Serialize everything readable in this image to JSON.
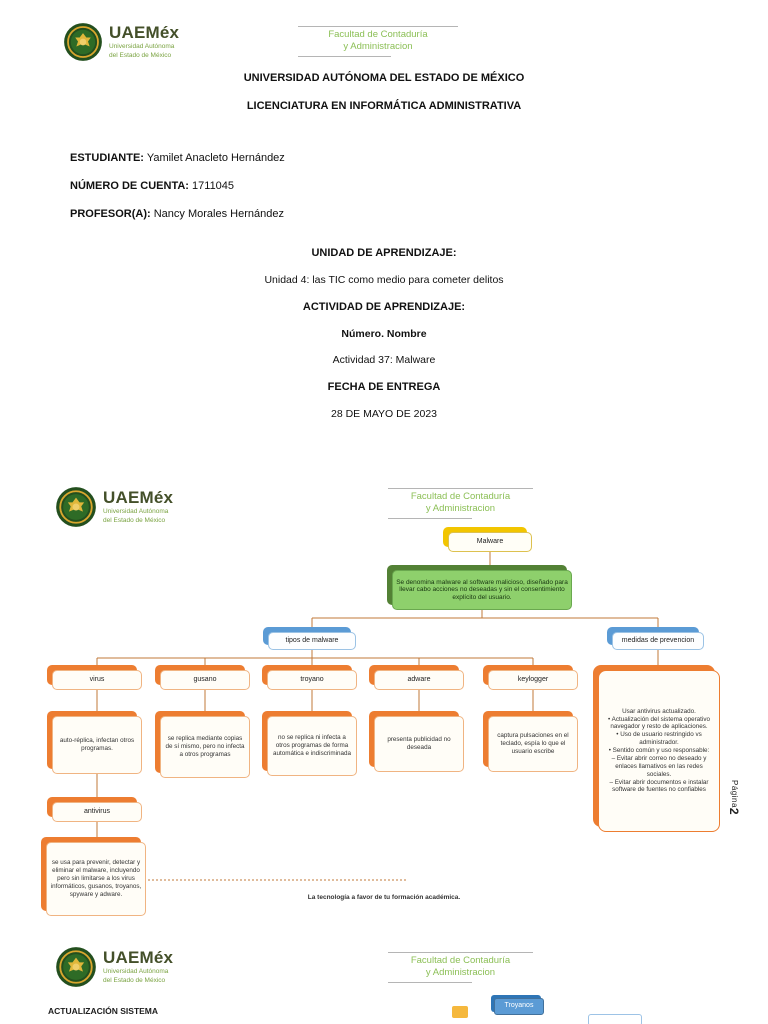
{
  "logo": {
    "name": "UAEMéx",
    "sub1": "Universidad Autónoma",
    "sub2": "del Estado de México"
  },
  "faculty": {
    "line1": "Facultad de Contaduría",
    "line2": "y Administracion"
  },
  "page1": {
    "title1": "UNIVERSIDAD AUTÓNOMA DEL ESTADO DE MÉXICO",
    "title2": "LICENCIATURA EN INFORMÁTICA ADMINISTRATIVA",
    "student_label": "ESTUDIANTE:",
    "student_value": "Yamilet Anacleto Hernández",
    "account_label": "NÚMERO DE CUENTA:",
    "account_value": "1711045",
    "professor_label": "PROFESOR(A):",
    "professor_value": "Nancy Morales Hernández",
    "unit_heading": "UNIDAD DE APRENDIZAJE:",
    "unit_value": "Unidad 4: las TIC como medio para cometer delitos",
    "activity_heading": "ACTIVIDAD DE APRENDIZAJE:",
    "activity_sub": "Número. Nombre",
    "activity_value": "Actividad 37: Malware",
    "date_heading": "FECHA DE ENTREGA",
    "date_value": "28 DE MAYO DE 2023"
  },
  "map": {
    "root": "Malware",
    "definition": "Se denomina malware al software malicioso, diseñado para llevar cabo acciones no deseadas y sin el consentimiento explícito del usuario.",
    "branch_types": "tipos de malware",
    "branch_prevention": "medidas de prevencion",
    "types": [
      {
        "label": "virus",
        "desc": "auto-réplica, infectan otros programas."
      },
      {
        "label": "gusano",
        "desc": "se replica mediante copias de sí mismo, pero no infecta a otros programas"
      },
      {
        "label": "troyano",
        "desc": "no se replica ni infecta a otros programas de forma automática e indiscriminada"
      },
      {
        "label": "adware",
        "desc": "presenta publicidad no deseada"
      },
      {
        "label": "keylogger",
        "desc": "captura pulsaciones en el teclado, espía lo que el usuario escribe"
      }
    ],
    "antivirus_label": "antivirus",
    "antivirus_desc": "se usa para prevenir, detectar y eliminar el malware, incluyendo pero sin limitarse a los virus informáticos, gusanos, troyanos, spyware y adware.",
    "prevention_text": "Usar antivirus actualizado.\n• Actualización del sistema operativo navegador y resto de aplicaciones.\n• Uso de usuario restringido vs administrador.\n• Sentido común y uso responsable:\n– Evitar abrir correo no deseado y enlaces llamativos en las redes sociales.\n– Evitar abrir documentos e instalar software de fuentes no confiables"
  },
  "page2": {
    "footer": "La tecnología a favor de tu formación académica.",
    "page_number_label": "Página",
    "page_number_value": "2"
  },
  "page3": {
    "heading": "ACTUALIZACIÓN SISTEMA",
    "troyanos_label": "Troyanos"
  }
}
